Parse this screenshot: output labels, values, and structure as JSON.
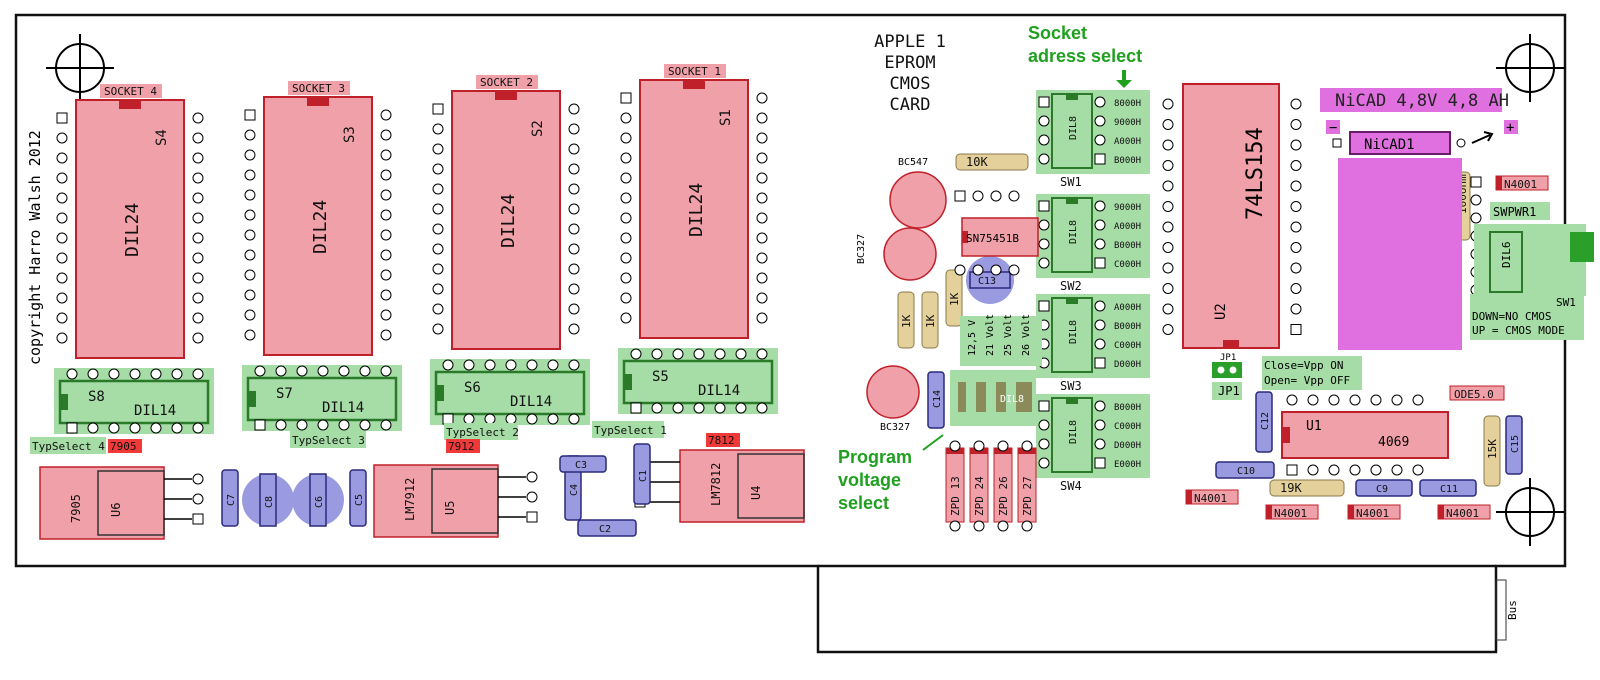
{
  "title_lines": [
    "APPLE 1",
    "EPROM",
    "CMOS",
    "CARD"
  ],
  "copyright": "copyright Harro Walsh 2012",
  "annotations": {
    "socket_select": [
      "Socket",
      "adress select"
    ],
    "program_voltage": [
      "Program",
      "voltage",
      "select"
    ]
  },
  "sockets": [
    {
      "socket_label": "SOCKET 4",
      "chip": "DIL24",
      "ref": "S4",
      "conv": "S8",
      "conv_chip": "DIL14",
      "typsel": "TypSelect 4"
    },
    {
      "socket_label": "SOCKET 3",
      "chip": "DIL24",
      "ref": "S3",
      "conv": "S7",
      "conv_chip": "DIL14",
      "typsel": "TypSelect 3"
    },
    {
      "socket_label": "SOCKET 2",
      "chip": "DIL24",
      "ref": "S2",
      "conv": "S6",
      "conv_chip": "DIL14",
      "typsel": "TypSelect 2"
    },
    {
      "socket_label": "SOCKET 1",
      "chip": "DIL24",
      "ref": "S1",
      "conv": "S5",
      "conv_chip": "DIL14",
      "typsel": "TypSelect 1"
    }
  ],
  "regulators": [
    {
      "part": "7905",
      "ref": "U6",
      "tag": "7905"
    },
    {
      "part": "LM7912",
      "ref": "U5",
      "tag": "7912"
    },
    {
      "part": "LM7812",
      "ref": "U4",
      "tag": "7812"
    }
  ],
  "caps": {
    "c1": "C1",
    "c2": "C2",
    "c3": "C3",
    "c4": "C4",
    "c5": "C5",
    "c6": "C6",
    "c7": "C7",
    "c8": "C8",
    "c9": "C9",
    "c10": "C10",
    "c11": "C11",
    "c12": "C12",
    "c13": "C13",
    "c14": "C14",
    "c15": "C15"
  },
  "switches": [
    {
      "ref": "SW1",
      "chip": "DIL8",
      "addrs": [
        "8000H",
        "9000H",
        "A000H",
        "B000H"
      ]
    },
    {
      "ref": "SW2",
      "chip": "DIL8",
      "addrs": [
        "9000H",
        "A000H",
        "B000H",
        "C000H"
      ]
    },
    {
      "ref": "SW3",
      "chip": "DIL8",
      "addrs": [
        "A000H",
        "B000H",
        "C000H",
        "D000H"
      ]
    },
    {
      "ref": "SW4",
      "chip": "DIL8",
      "addrs": [
        "B000H",
        "C000H",
        "D000H",
        "E000H"
      ]
    }
  ],
  "decoder": {
    "part": "74LS154",
    "ref": "U2"
  },
  "inverter": {
    "part": "4069",
    "ref": "U1"
  },
  "driver": {
    "part": "SN75451B"
  },
  "transistors": {
    "q1": "BC547",
    "q2": "BC327",
    "q3": "BC327"
  },
  "resistors": {
    "r10k": "10K",
    "r1k_a": "1K",
    "r1k_b": "1K",
    "r1k_c": "1K",
    "r15k": "15K",
    "r19k": "19K",
    "r100": "100ohm"
  },
  "prog_voltages": [
    "12,5 V",
    "21 Volt",
    "25 Volt",
    "26 Volt"
  ],
  "zeners": [
    "ZPD 13",
    "ZPD 24",
    "ZPD 26",
    "ZPD 27"
  ],
  "prog_switch": "DIL8",
  "nicad": {
    "title": "NiCAD 4,8V 4,8 AH",
    "ref": "NiCAD1",
    "minus": "−",
    "plus": "+"
  },
  "swpwr": {
    "ref": "SWPWR1",
    "chip": "DIL6",
    "sw": "SW1",
    "note1": "DOWN=NO CMOS",
    "note2": "UP = CMOS MODE"
  },
  "jumper": {
    "ref": "JP1",
    "small": "JP1",
    "note1": "Close=Vpp ON",
    "note2": "Open= Vpp OFF"
  },
  "diodes": {
    "d1": "N4001",
    "d2": "N4001",
    "d3": "N4001",
    "d4": "N4001",
    "d5": "N4001"
  },
  "led": "ODE5.0",
  "edge_label": "Bus",
  "colors": {
    "red": "#f0a0a8",
    "redline": "#c0202a",
    "green": "#a6dca6",
    "greenline": "#2a7a2a",
    "blue": "#9a9ae0",
    "tan": "#e3d09a",
    "magenta": "#e070e0",
    "annot": "#1fa01f"
  }
}
